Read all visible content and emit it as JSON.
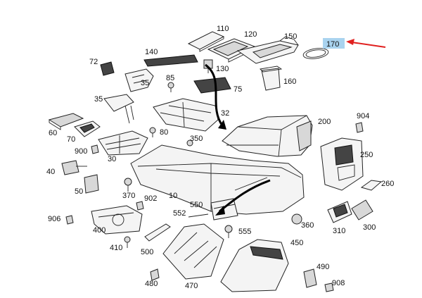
{
  "diagram": {
    "highlight_color": "#a9d3ef",
    "arrow_color": "#e0201f",
    "labels": {
      "p10": "10",
      "p30": "30",
      "p32": "32",
      "p35a": "35",
      "p35b": "35",
      "p40": "40",
      "p50": "50",
      "p60": "60",
      "p70": "70",
      "p72": "72",
      "p75": "75",
      "p80": "80",
      "p85": "85",
      "p110": "110",
      "p120": "120",
      "p130": "130",
      "p140": "140",
      "p150": "150",
      "p160": "160",
      "p170": "170",
      "p200": "200",
      "p250": "250",
      "p260": "260",
      "p300": "300",
      "p310": "310",
      "p350": "350",
      "p360": "360",
      "p370": "370",
      "p400": "400",
      "p410": "410",
      "p450": "450",
      "p470": "470",
      "p480": "480",
      "p490": "490",
      "p500": "500",
      "p550": "550",
      "p552": "552",
      "p555": "555",
      "p900": "900",
      "p902": "902",
      "p904": "904",
      "p906": "906",
      "p908": "908"
    }
  }
}
